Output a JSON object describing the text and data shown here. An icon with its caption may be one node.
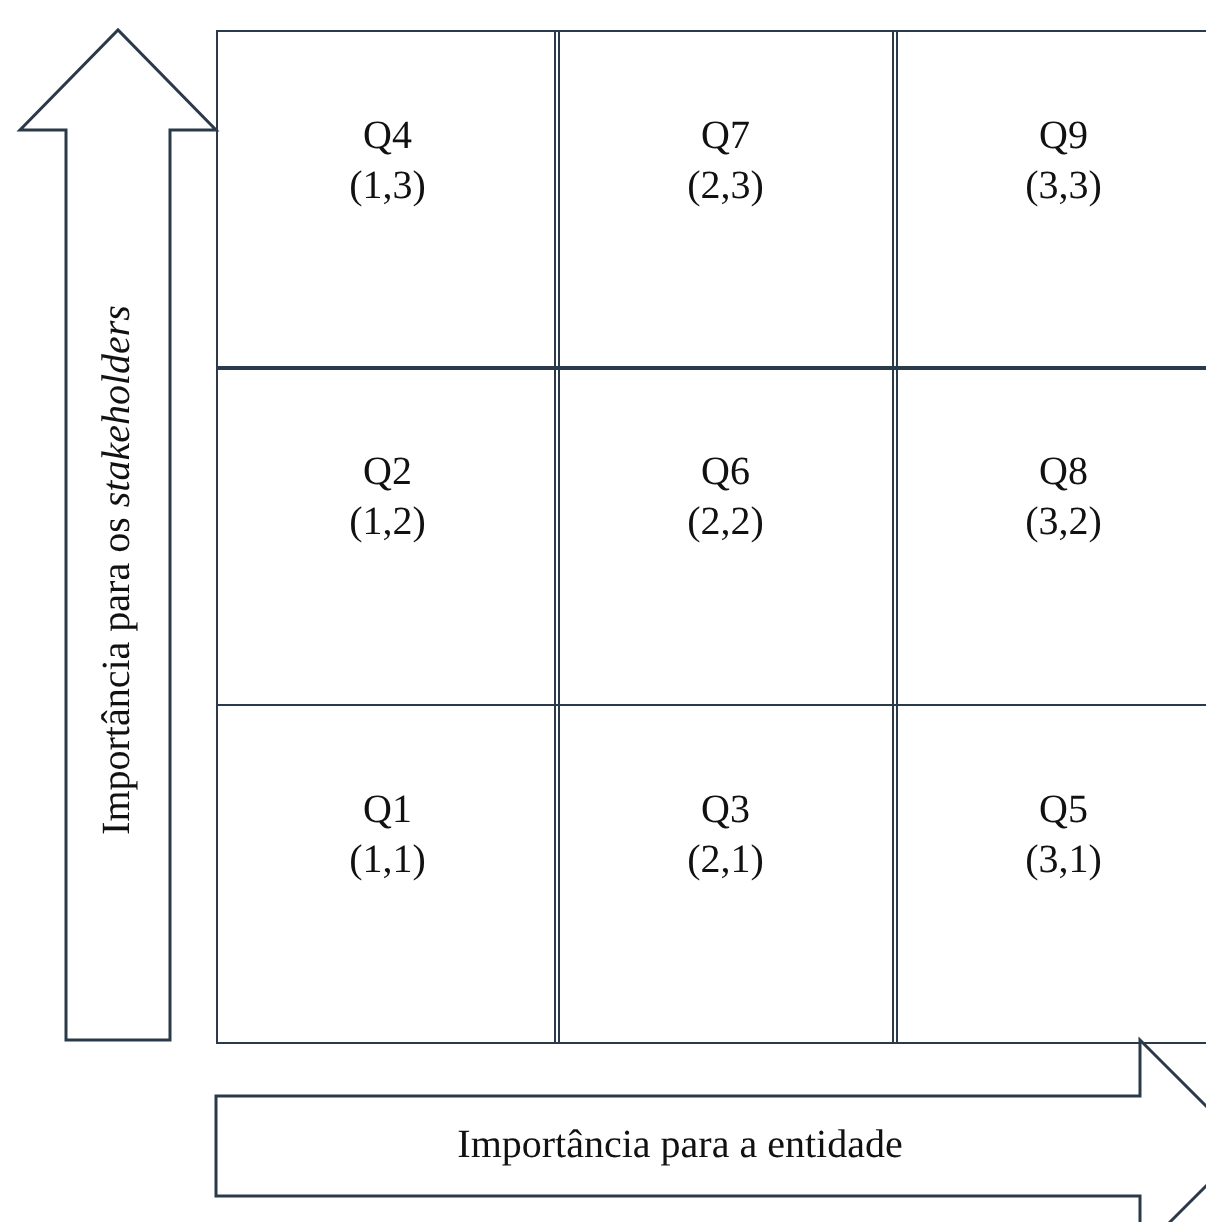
{
  "diagram": {
    "nodes": [
      {
        "text": [
          "Importância para os *stakeholders*"
        ]
      },
      {
        "text": [
          "Q4",
          "(1,3)"
        ]
      },
      {
        "text": [
          "Q7",
          "(2,3)"
        ]
      },
      {
        "text": [
          "Q9",
          "(3,3)"
        ]
      },
      {
        "text": [
          "Q2",
          "(1,2)"
        ]
      },
      {
        "text": [
          "Q6",
          "(2,2)"
        ]
      },
      {
        "text": [
          "Q8",
          "(3,2)"
        ]
      },
      {
        "text": [
          "Q1",
          "(1,1)"
        ]
      },
      {
        "text": [
          "Q3",
          "(2,1)"
        ]
      },
      {
        "text": [
          "Q5",
          "(3,1)"
        ]
      },
      {
        "text": [
          "Importância para a entidade"
        ]
      }
    ],
    "edges": []
  }
}
